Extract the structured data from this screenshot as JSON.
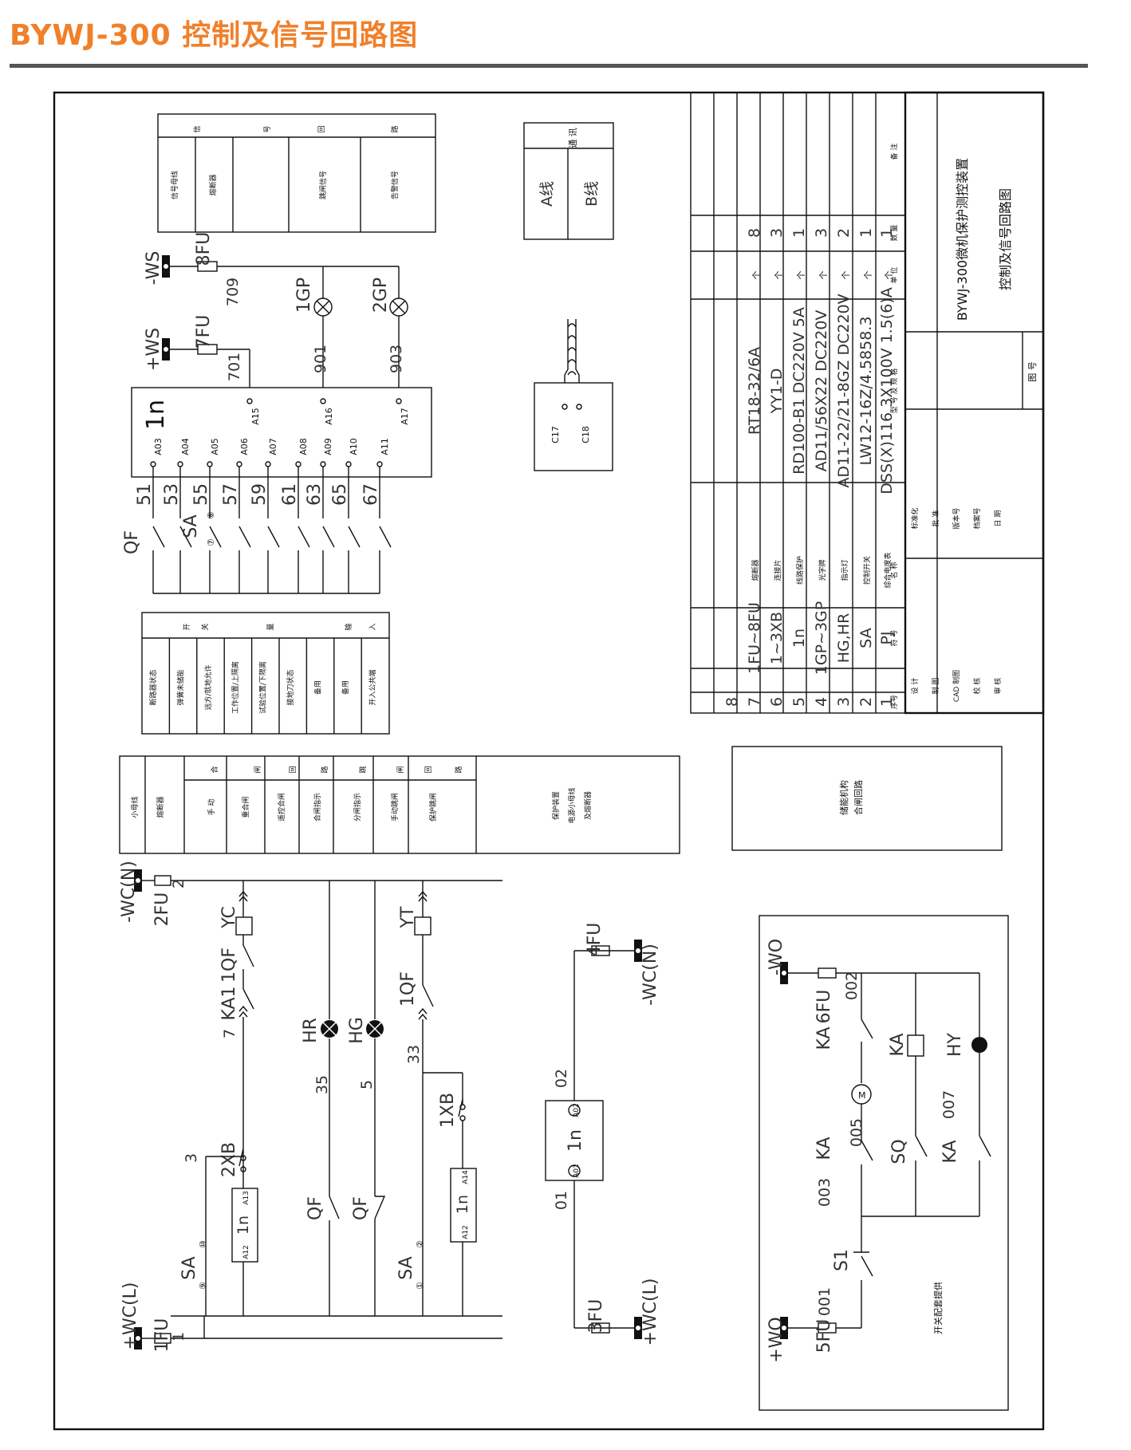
{
  "title": "BYWJ-300 控制及信号回路图",
  "colors": {
    "title": "#f0802a",
    "rule": "#555555",
    "ink": "#111111"
  },
  "title_block": {
    "product": "BYWJ-300微机保护测控装置",
    "drawing": "控制及信号回路图",
    "drawing_no_label": "图 号",
    "roles": [
      "设 计",
      "制 图",
      "CAD 制图",
      "校 核",
      "审 核"
    ],
    "fields": [
      "标准化",
      "批 准",
      "版本号",
      "档案号",
      "日 期"
    ]
  },
  "parts_table": {
    "headers": [
      "序号",
      "符 号",
      "名 称",
      "型 号 及 规 格",
      "单 位",
      "数 量",
      "备 注"
    ],
    "rows": [
      {
        "no": "1",
        "sym": "PJ",
        "name": "综合电度表",
        "spec": "DSS(X)116 3X100V 1.5(6)A",
        "unit": "个",
        "qty": "1"
      },
      {
        "no": "2",
        "sym": "SA",
        "name": "控制开关",
        "spec": "LW12-16Z/4.5858.3",
        "unit": "个",
        "qty": "1"
      },
      {
        "no": "3",
        "sym": "HG,HR",
        "name": "指示灯",
        "spec": "AD11-22/21-8GZ DC220V",
        "unit": "个",
        "qty": "2"
      },
      {
        "no": "4",
        "sym": "1GP~3GP",
        "name": "光字牌",
        "spec": "AD11/56X22 DC220V",
        "unit": "个",
        "qty": "3"
      },
      {
        "no": "5",
        "sym": "1n",
        "name": "线路保护",
        "spec": "RD100-B1 DC220V 5A",
        "unit": "个",
        "qty": "1"
      },
      {
        "no": "6",
        "sym": "1~3XB",
        "name": "连接片",
        "spec": "YY1-D",
        "unit": "个",
        "qty": "3"
      },
      {
        "no": "7",
        "sym": "1FU~8FU",
        "name": "熔断器",
        "spec": "RT18-32/6A",
        "unit": "个",
        "qty": "8"
      },
      {
        "no": "8",
        "sym": "",
        "name": "",
        "spec": "",
        "unit": "",
        "qty": ""
      }
    ]
  },
  "signal_table": {
    "header": [
      "信",
      "号",
      "回",
      "路"
    ],
    "cells": [
      "信号母线",
      "熔断器",
      "",
      "跳闸信号",
      "告警信号"
    ]
  },
  "comm_table": {
    "header": "通 讯",
    "cells": [
      "A线",
      "B线"
    ]
  },
  "switch_table": {
    "header": [
      "开",
      "关",
      "量",
      "输",
      "入"
    ],
    "cells": [
      "断路器状态",
      "弹簧未储能",
      "远方/就地允许",
      "工作位置/上隔离",
      "试验位置/下隔离",
      "接地刀状态",
      "备用",
      "备用",
      "开入公共端"
    ]
  },
  "control_table": {
    "header_close": [
      "合",
      "闸",
      "回",
      "路"
    ],
    "header_trip": [
      "跳",
      "闸",
      "回",
      "路"
    ],
    "cells": [
      "小母线",
      "熔断器",
      "手 动",
      "重合闸",
      "遥控合闸",
      "合闸指示",
      "分闸指示",
      "手动跳闸",
      "保护跳闸"
    ],
    "extra": [
      "保护装置",
      "电源小母线",
      "及熔断器"
    ]
  },
  "motor_table": {
    "cells": [
      "储能机构",
      "合闸回路"
    ]
  },
  "motor_note": "开关配套提供",
  "labels": {
    "ws_neg": "-WS",
    "ws_pos": "+WS",
    "fu8": "8FU",
    "fu7": "7FU",
    "w709": "709",
    "w701": "701",
    "w901": "901",
    "w903": "903",
    "gp1": "1GP",
    "gp2": "2GP",
    "relay": "1n",
    "a15": "A15",
    "a16": "A16",
    "a17": "A17",
    "a_pins": [
      "A03",
      "A04",
      "A05",
      "A06",
      "A07",
      "A08",
      "A09",
      "A10",
      "A11"
    ],
    "wires": [
      "51",
      "53",
      "55",
      "57",
      "59",
      "61",
      "63",
      "65",
      "67"
    ],
    "qf": "QF",
    "sa": "SA",
    "sa7": "⑦",
    "sa8": "⑧",
    "c17": "C17",
    "c18": "C18",
    "wc_n_top": "-WC(N)",
    "fu2": "2FU",
    "n2": "2",
    "yc": "YC",
    "ka1": "KA1",
    "qf1": "1QF",
    "yt": "YT",
    "qf1b": "1QF",
    "n7": "7",
    "hr": "HR",
    "hg": "HG",
    "n35": "35",
    "n5": "5",
    "n33": "33",
    "n3": "3",
    "xb1": "1XB",
    "xb2": "2XB",
    "a12": "A12",
    "a13": "A13",
    "a14": "A14",
    "qf2": "QF",
    "qf3": "QF",
    "sa9": "⑨",
    "sa10": "⑩",
    "sa1": "①",
    "sa2": "②",
    "wc_l": "+WC(L)",
    "fu1": "1FU",
    "n1": "1",
    "fu4": "4FU",
    "wc_n": "-WC(N)",
    "fu3": "3FU",
    "wc_l2": "+WC(L)",
    "n02": "02",
    "n01": "01",
    "a01": "A01",
    "a02": "A02",
    "wo_neg": "-WO",
    "wo_pos": "+WO",
    "fu6": "6FU",
    "fu5": "5FU",
    "ka": "KA",
    "n002": "002",
    "n001": "001",
    "n003": "003",
    "n005": "005",
    "n007": "007",
    "hy": "HY",
    "sq": "SQ",
    "s1": "S1",
    "m": "M"
  }
}
